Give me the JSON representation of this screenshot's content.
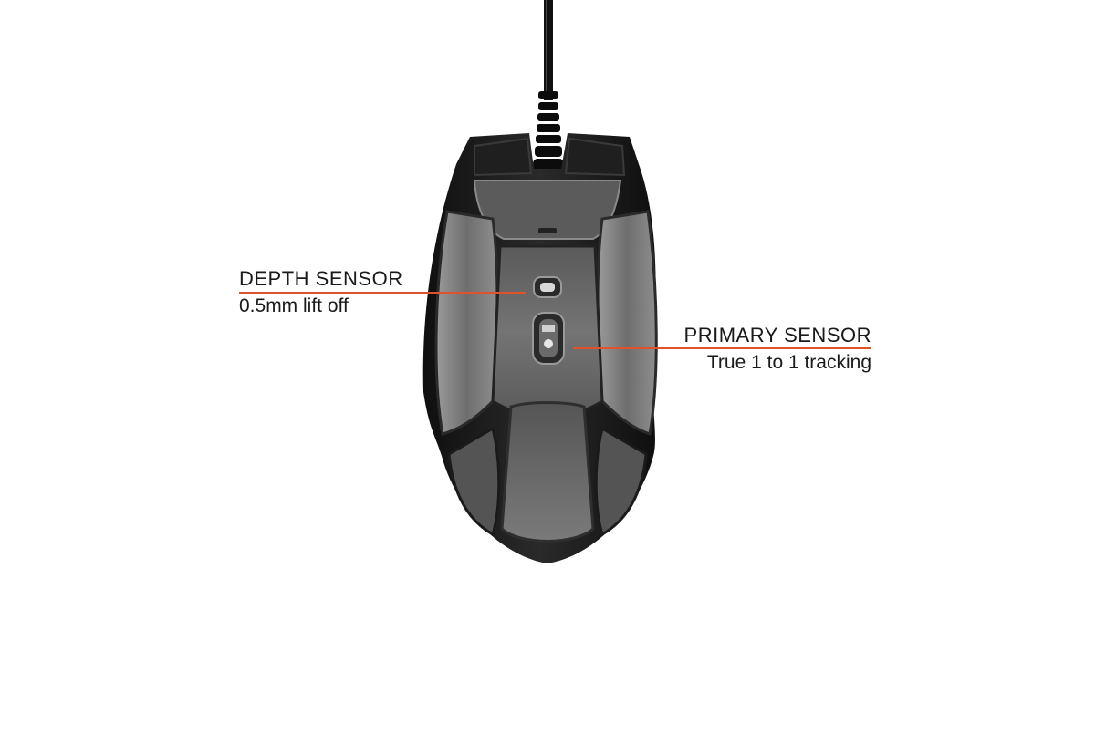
{
  "colors": {
    "accent_line": "#e0522a",
    "background": "#ffffff",
    "mouse_body": "#1c1c1c",
    "mouse_panel": "#8d8d8d"
  },
  "callouts": {
    "depth_sensor": {
      "title": "DEPTH SENSOR",
      "subtitle": "0.5mm lift off"
    },
    "primary_sensor": {
      "title": "PRIMARY SENSOR",
      "subtitle": "True 1 to 1 tracking"
    }
  }
}
